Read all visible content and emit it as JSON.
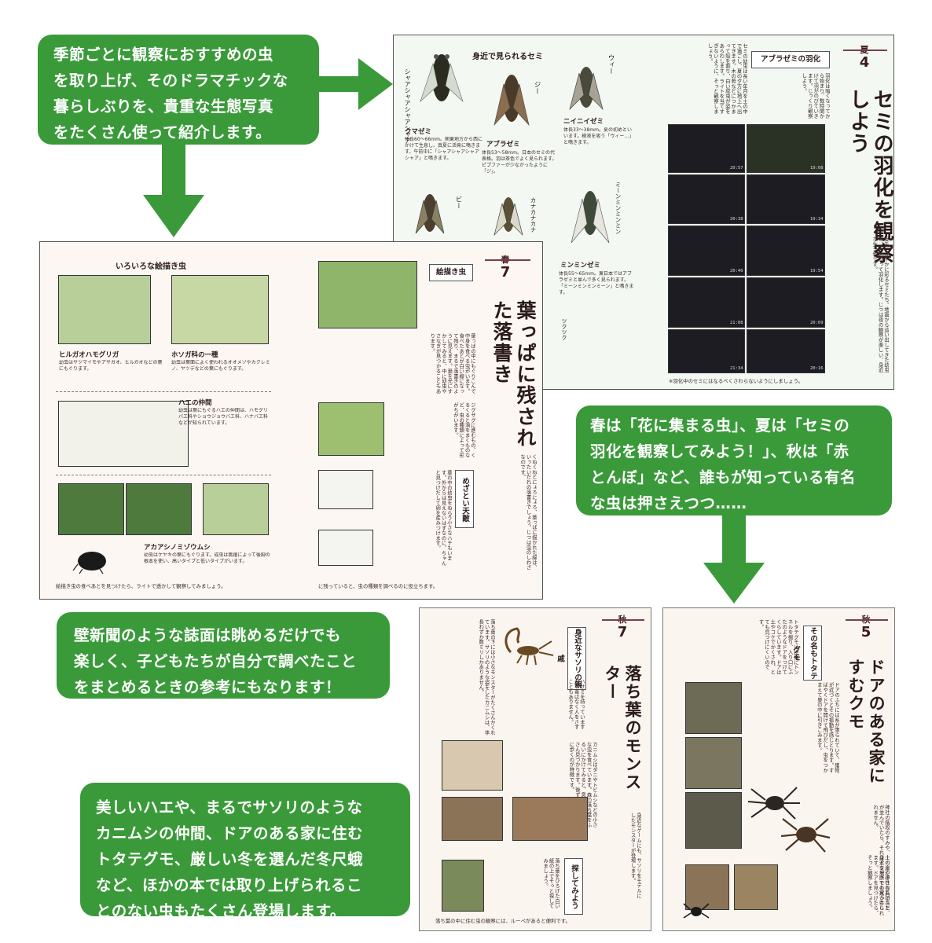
{
  "callouts": {
    "top_left": [
      "季節ごとに観察におすすめの虫",
      "を取り上げ、そのドラマチックな",
      "暮らしぶりを、貴重な生態写真",
      "をたくさん使って紹介します。"
    ],
    "right_mid": [
      "春は「花に集まる虫」、夏は「セミの",
      "羽化を観察してみよう！」、秋は「赤",
      "とんぼ」など、誰もが知っている有名",
      "な虫は押さえつつ……"
    ],
    "left_mid": [
      "壁新聞のような誌面は眺めるだけでも",
      "楽しく、子どもたちが自分で調べたこと",
      "をまとめるときの参考にもなります！"
    ],
    "bottom_left": [
      "美しいハエや、まるでサソリのような",
      "カニムシの仲間、ドアのある家に住む",
      "トタテグモ、厳しい冬を選んだ冬尺蛾",
      "など、ほかの本では取り上げられるこ",
      "とのない虫もたくさん登場します。"
    ]
  },
  "summer_spread": {
    "season": "夏",
    "number": "4",
    "title": "セミの羽化を観察しよう",
    "section_head": "身近で見られるセミ",
    "box_head": "アブラゼミの羽化",
    "cicadas": [
      {
        "name": "クマゼミ",
        "call": "シャアシャアシャアシャア",
        "desc": "体長60〜66mm。関東地方から西にかけて生息し、真夏に活発に鳴きます。午前中に「シャアシャアシャアシャア」と鳴きます。"
      },
      {
        "name": "アブラゼミ",
        "call": "ジー",
        "desc": "体長53〜58mm。日本のセミの代表格。羽は茶色でよく見られます。ピプファーが少なかったように「ジ」。"
      },
      {
        "name": "ニイニイゼミ",
        "call": "ウィー",
        "desc": "体長33〜38mm。夏の初めといいます。樹液を吸う「ウィー…」と鳴きます。"
      },
      {
        "name": "ミンミンゼミ",
        "call": "ミーンミンミンミン",
        "desc": "体長55〜65mm。東日本ではアブラゼミと並んで多く見られます。「ミーンミンミンミーン」と鳴きます。"
      }
    ],
    "calls_extra": [
      "ビー",
      "カナカナカナ",
      "ツクツク"
    ],
    "times": [
      "20:57",
      "19:08",
      "20:38",
      "19:34",
      "20:40",
      "19:54",
      "21:08",
      "20:09",
      "21:34",
      "20:16"
    ]
  },
  "spring_spread": {
    "season": "春",
    "number": "7",
    "title": "葉っぱに残された落書き",
    "section_head": "いろいろな絵描き虫",
    "box_head": "絵描き虫",
    "box_head2": "めざとい天敵",
    "species": [
      {
        "name": "ヒルガオハモグリガ",
        "desc": "幼虫はサツマイモやアサガオ、ヒルガオなどの葉にもぐります。"
      },
      {
        "name": "ホソガ科の一種",
        "desc": "幼虫は葉面によく使われるオオメゾやカクレミノ、ヤツデなどの葉にもぐります。"
      },
      {
        "name": "ハエの仲間",
        "desc": "幼虫は葉にもぐるハエの仲間は、ハモグリバエ科やショウジョウバエ科、ハナバエ科などが知られています。"
      },
      {
        "name": "アカアシノミゾウムシ",
        "desc": "幼虫はケヤキの葉にもぐります。成虫は跳躍によって後脚の根本を使い、高いタイプと低いタイプがいます。"
      }
    ]
  },
  "autumn7": {
    "season": "秋",
    "number": "7",
    "title": "落ち葉のモンスター",
    "box_head": "身近なサソリの親戚",
    "box_head2": "探してみよう"
  },
  "autumn5": {
    "season": "秋",
    "number": "5",
    "title": "ドアのある家にすむクモ",
    "box_head": "その名もトタテグモ"
  },
  "colors": {
    "callout_green": "#3a9a3a",
    "accent": "#7a3d4c"
  }
}
